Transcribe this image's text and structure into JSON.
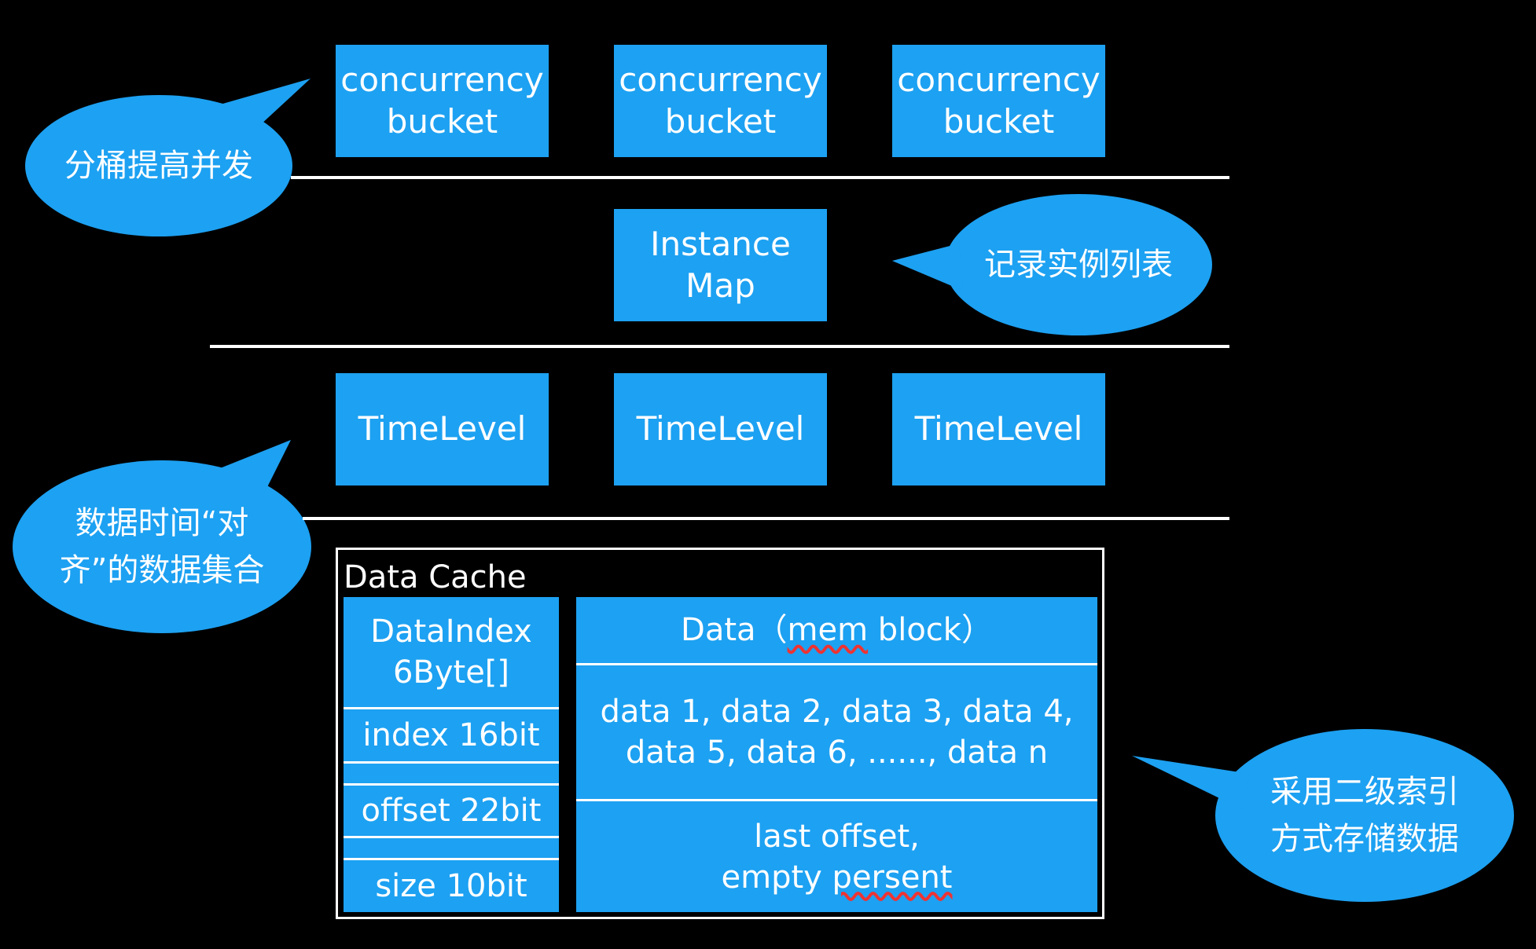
{
  "row1": {
    "boxes": [
      "concurrency\nbucket",
      "concurrency\nbucket",
      "concurrency\nbucket"
    ]
  },
  "row2": {
    "box": "Instance\nMap"
  },
  "row3": {
    "boxes": [
      "TimeLevel",
      "TimeLevel",
      "TimeLevel"
    ]
  },
  "callouts": {
    "bucket": "分桶提高并发",
    "instance": "记录实例列表",
    "timelevel": "数据时间“对\n齐”的数据集合",
    "index": "采用二级索引\n方式存储数据"
  },
  "cache": {
    "title": "Data Cache",
    "index_header": "DataIndex\n6Byte[]",
    "index_fields": [
      "index 16bit",
      "offset 22bit",
      "size 10bit"
    ],
    "data_header_prefix": "Data（",
    "data_header_underlined": "mem",
    "data_header_suffix": " block）",
    "data_values": "data 1, data 2, data 3, data 4,\ndata 5, data 6, ......, data n",
    "footer_line1": "last offset,",
    "footer_line2_prefix": "empty ",
    "footer_line2_underlined": "persent"
  },
  "colors": {
    "background": "#000000",
    "box": "#1DA1F2",
    "line": "#FFFFFF",
    "text": "#FFFFFF"
  }
}
